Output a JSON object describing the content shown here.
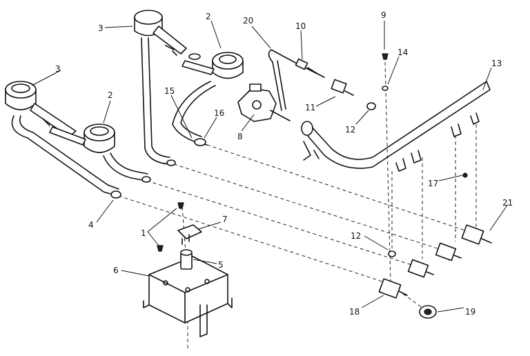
{
  "diagram": {
    "callouts": [
      "1",
      "2",
      "3",
      "4",
      "5",
      "6",
      "7",
      "8",
      "9",
      "10",
      "11",
      "12",
      "13",
      "14",
      "15",
      "16",
      "17",
      "18",
      "19",
      "20",
      "21"
    ],
    "extra": {
      "c2b": "2",
      "c3b": "3",
      "c12b": "12",
      "c1b": "1"
    }
  }
}
